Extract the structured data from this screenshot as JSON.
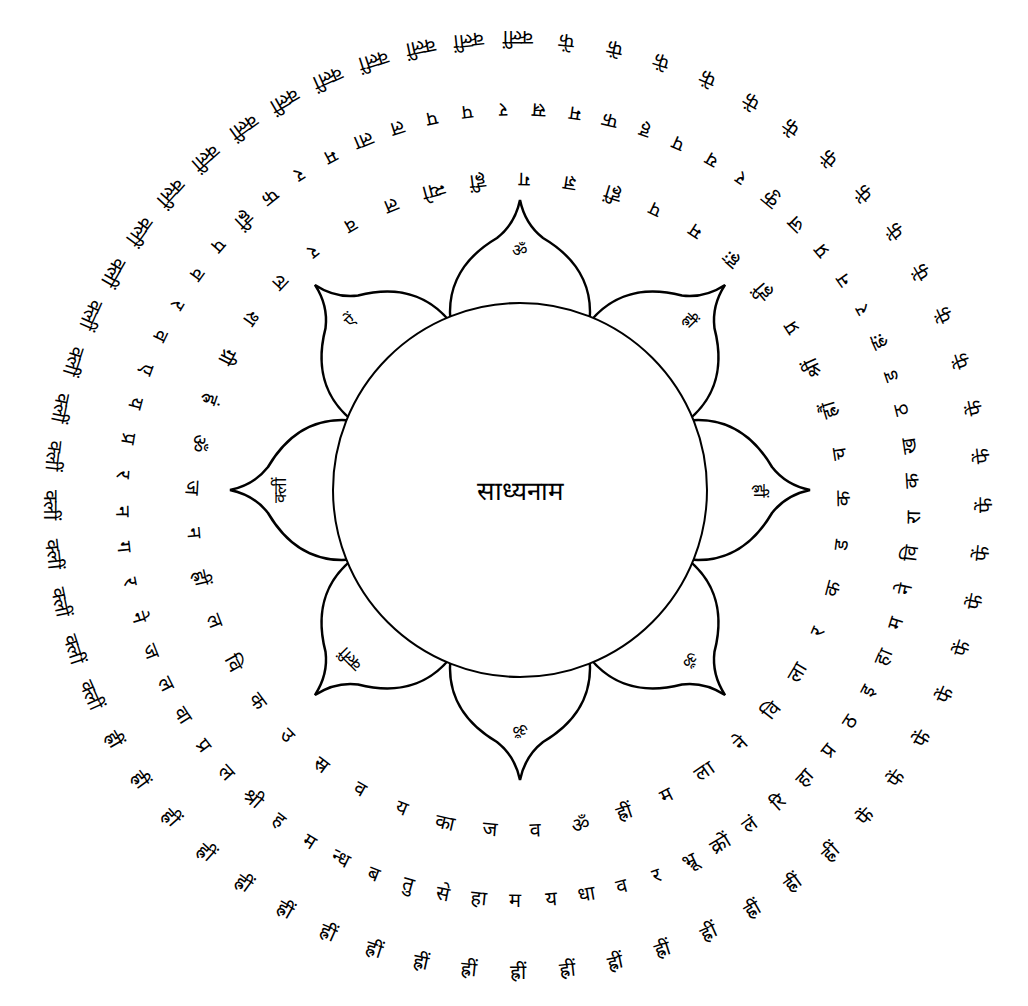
{
  "diagram": {
    "nodes": [
      {
        "text": [
          "साध्यनाम"
        ]
      },
      {
        "text": [
          "ॐ"
        ]
      },
      {
        "text": [
          "ह्रीं"
        ]
      },
      {
        "text": [
          "ह्रीं"
        ]
      },
      {
        "text": [
          "ॐ"
        ]
      },
      {
        "text": [
          "ॐ"
        ]
      },
      {
        "text": [
          "क्लीं"
        ]
      },
      {
        "text": [
          "क्लीं"
        ]
      },
      {
        "text": [
          "ऐं"
        ]
      }
    ],
    "labels": [
      "उ",
      "स्र",
      "व",
      "य",
      "का",
      "ज",
      "व",
      "ॐ",
      "ह्रीं",
      "म",
      "ला",
      "ने",
      "वि",
      "ला",
      "र",
      "क",
      "ड",
      "क",
      "च",
      "ह्रौं",
      "श्रीं",
      "प्र",
      "ह्रीं",
      "ह्रः",
      "म",
      "प",
      "ह्रीं",
      "ज्ञ",
      "ग",
      "ह्रीं",
      "न्यो",
      "ल",
      "व",
      "र",
      "ल",
      "श",
      "ग्री",
      "ह्रं",
      "ॐ",
      "ज",
      "न",
      "ह्रीं",
      "ल",
      "वि",
      "क",
      "ह",
      "म",
      "न्ध",
      "ब",
      "तु",
      "से",
      "हा",
      "म",
      "य",
      "धा",
      "व",
      "र",
      "भ्रू",
      "क्रों",
      "लं",
      "रि",
      "हा",
      "प्र",
      "ठ",
      "इ",
      "हा",
      "म",
      "ने",
      "वि",
      "रा",
      "क",
      "ख",
      "ठ",
      "ड",
      "ह्रः",
      "र",
      "न",
      "प्र",
      "ज",
      "कु",
      "र",
      "य",
      "प",
      "ह",
      "फ",
      "म",
      "स्र",
      "र",
      "प",
      "प",
      "ल",
      "ला",
      "म",
      "र",
      "फ",
      "ह्रीं",
      "प",
      "व",
      "र",
      "व",
      "ए",
      "य",
      "प्र",
      "र",
      "न",
      "ग",
      "र",
      "ने",
      "ज",
      "ल",
      "वा",
      "प्र",
      "ल",
      "श्री",
      "ह्रीं",
      "ह्रीं",
      "ह्रीं",
      "ह्रीं",
      "ह्रीं",
      "ह्रीं",
      "ह्रीं",
      "ह्रीं",
      "ह्रीं",
      "ह्रीं",
      "ह्रीं",
      "ह्रीं",
      "ह्रीं",
      "ह्रीं",
      "ह्रीं",
      "ह्रीं",
      "ह्रीं",
      "ह्रीं",
      "फें",
      "फें",
      "फें",
      "फें",
      "फें",
      "फें",
      "फें",
      "फें",
      "फें",
      "फें",
      "फें",
      "फें",
      "फें",
      "फें",
      "फें",
      "फें",
      "फें",
      "फें",
      "फें",
      "फें",
      "फें",
      "फें",
      "क्लीं",
      "क्लीं",
      "क्लीं",
      "क्लीं",
      "क्लीं",
      "क्लीं",
      "क्लीं",
      "क्लीं",
      "क्लीं",
      "क्लीं",
      "क्लीं",
      "क्लीं",
      "क्लीं",
      "क्लीं",
      "क्लीं",
      "क्लीं",
      "क्लीं",
      "क्लीं",
      "क्लीं",
      "क्लीं"
    ]
  }
}
